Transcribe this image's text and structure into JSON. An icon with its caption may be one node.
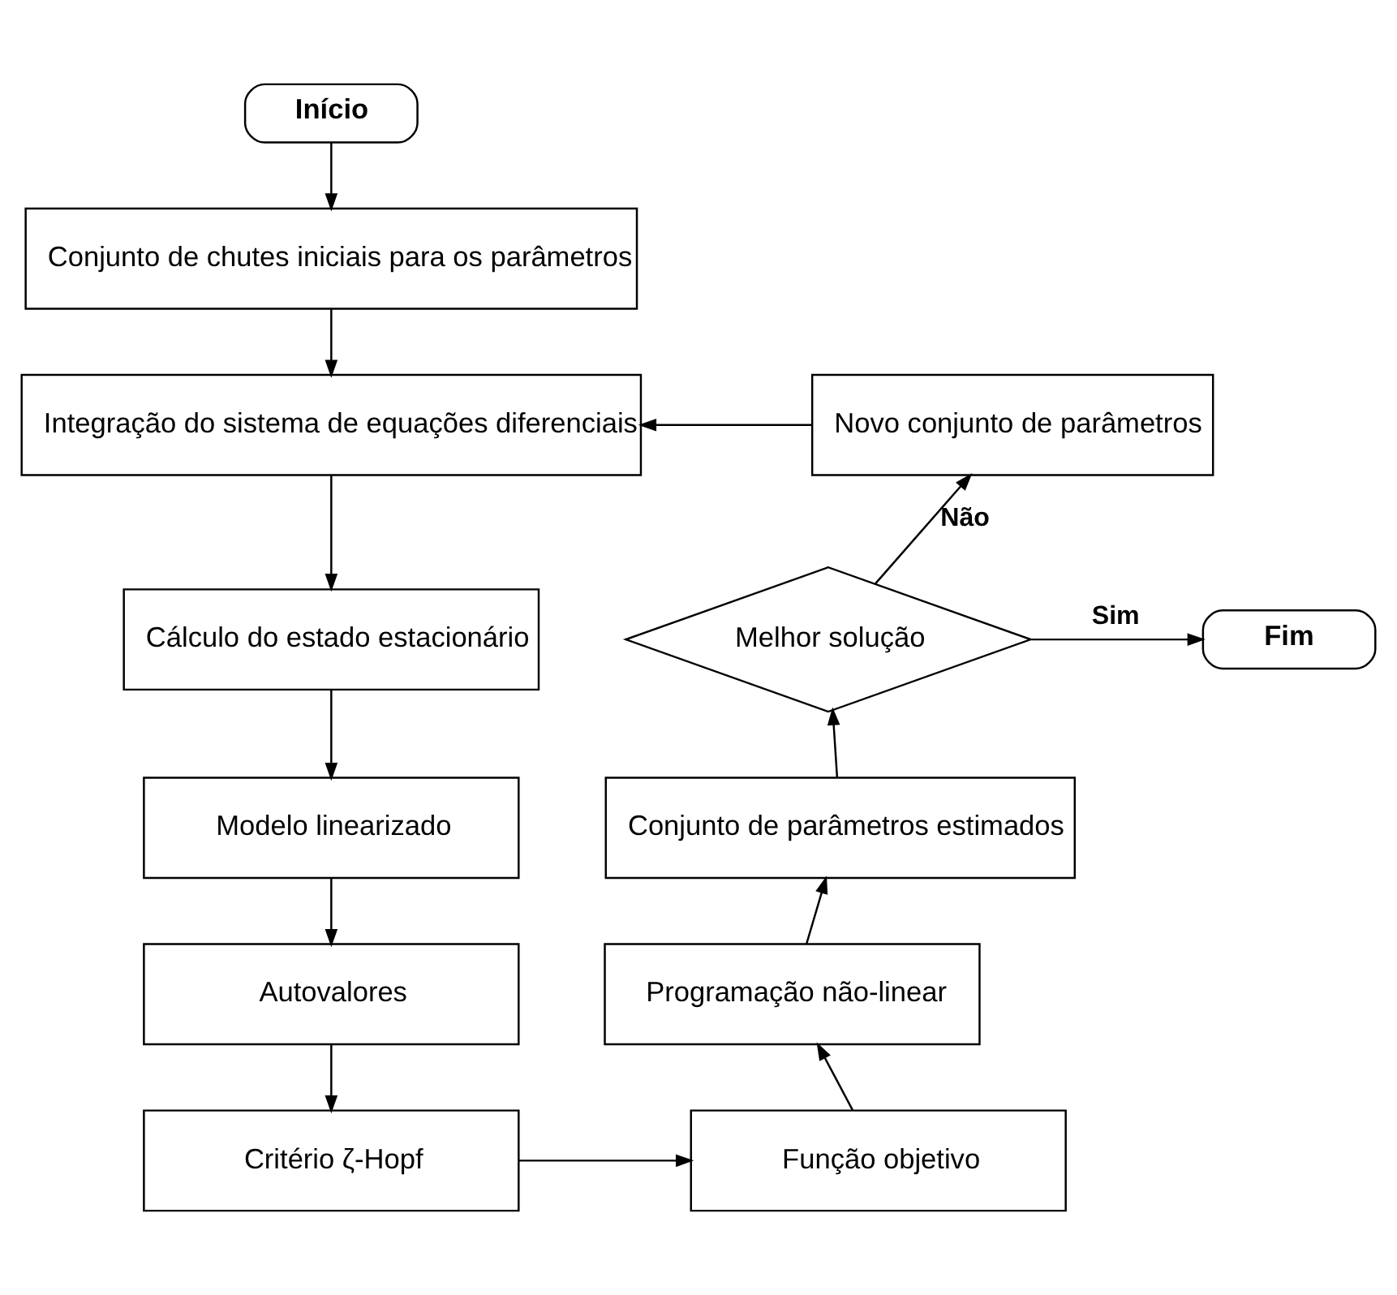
{
  "diagram": {
    "nodes": [
      {
        "text": [
          "Início"
        ]
      },
      {
        "text": [
          "Conjunto de chutes iniciais para os parâmetros"
        ]
      },
      {
        "text": [
          "Integração do sistema de equações diferenciais"
        ]
      },
      {
        "text": [
          "Cálculo do estado estacionário"
        ]
      },
      {
        "text": [
          "Modelo linearizado"
        ]
      },
      {
        "text": [
          "Autovalores"
        ]
      },
      {
        "text": [
          "Critério ζ-Hopf"
        ]
      },
      {
        "text": [
          "Função objetivo"
        ]
      },
      {
        "text": [
          "Programação não-linear"
        ]
      },
      {
        "text": [
          "Conjunto de parâmetros estimados"
        ]
      },
      {
        "text": [
          "Melhor solução"
        ]
      },
      {
        "text": [
          "Fim"
        ]
      },
      {
        "text": [
          "Novo conjunto de parâmetros"
        ]
      }
    ],
    "edges": [
      {
        "from": 0,
        "to": 1,
        "arrow": "to"
      },
      {
        "from": 1,
        "to": 2,
        "arrow": "to"
      },
      {
        "from": 2,
        "to": 3,
        "arrow": "to"
      },
      {
        "from": 3,
        "to": 4,
        "arrow": "to"
      },
      {
        "from": 4,
        "to": 5,
        "arrow": "to"
      },
      {
        "from": 5,
        "to": 6,
        "arrow": "to"
      },
      {
        "from": 6,
        "to": 7,
        "arrow": "to"
      },
      {
        "from": 7,
        "to": 8,
        "arrow": "to"
      },
      {
        "from": 8,
        "to": 9,
        "arrow": "to"
      },
      {
        "from": 9,
        "to": 10,
        "arrow": "to"
      },
      {
        "from": 10,
        "to": 11,
        "label": "Sim",
        "arrow": "to"
      },
      {
        "from": 10,
        "to": 12,
        "label": "Não",
        "arrow": "to"
      },
      {
        "from": 12,
        "to": 2,
        "arrow": "to"
      }
    ]
  }
}
